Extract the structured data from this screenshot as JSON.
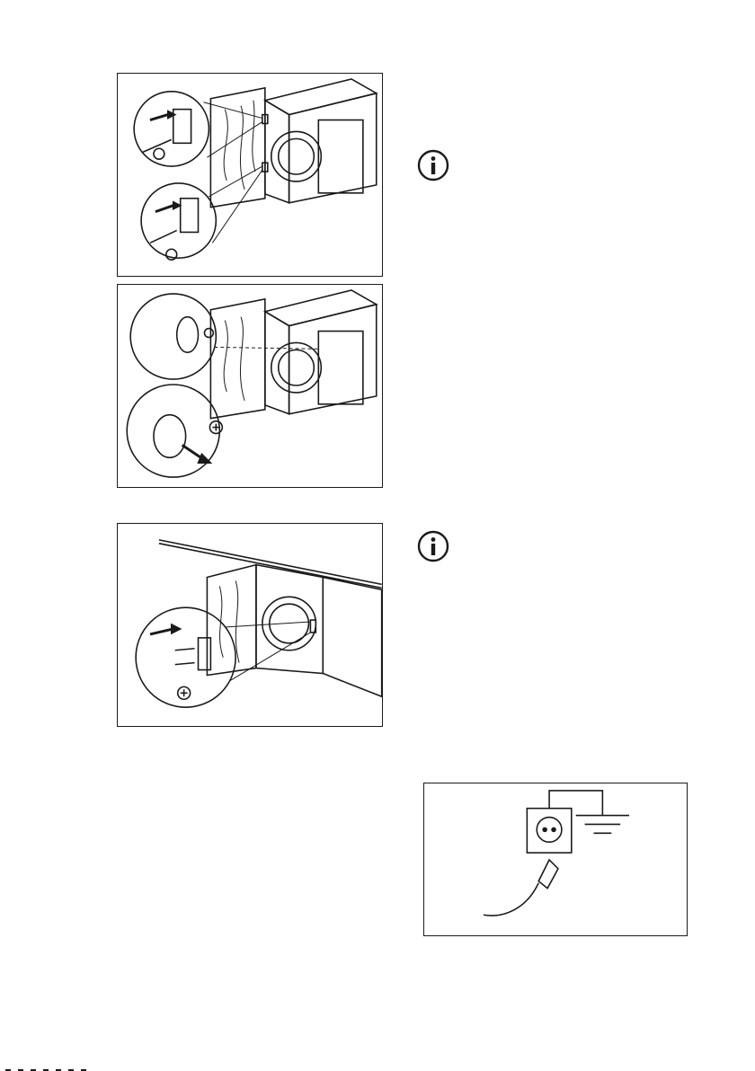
{
  "page": {
    "figures": [
      {
        "id": "door-hinge-fix",
        "icon": "hinge-screw-illustration"
      },
      {
        "id": "door-stopper-fit",
        "icon": "stopper-screw-illustration"
      },
      {
        "id": "magnet-catch-fit",
        "icon": "magnet-catch-illustration"
      },
      {
        "id": "earthed-socket",
        "icon": "earthed-socket-illustration"
      }
    ],
    "notes": [
      {
        "icon": "info-icon"
      },
      {
        "icon": "info-icon"
      }
    ]
  },
  "colors": {
    "line": "#1a1a1a",
    "background": "#ffffff"
  }
}
